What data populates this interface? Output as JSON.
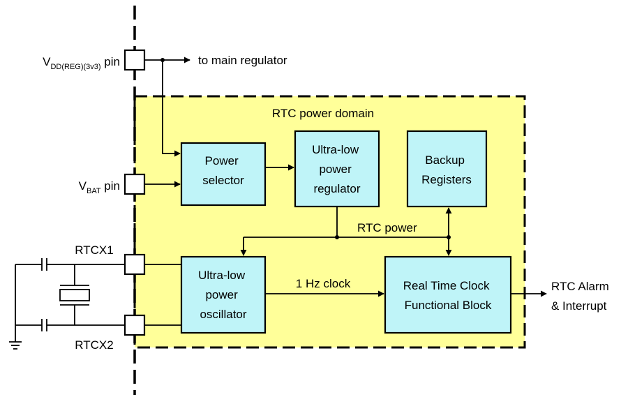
{
  "domain_label": "RTC power domain",
  "pins": {
    "vdd": {
      "base": "V",
      "sub": "DD(REG)(3v3)",
      "suffix": " pin"
    },
    "vbat": {
      "base": "V",
      "sub": "BAT",
      "suffix": " pin"
    },
    "rtcx1": "RTCX1",
    "rtcx2": "RTCX2"
  },
  "blocks": {
    "power_selector": [
      "Power",
      "selector"
    ],
    "ulp_regulator": [
      "Ultra-low",
      "power",
      "regulator"
    ],
    "backup_registers": [
      "Backup",
      "Registers"
    ],
    "ulp_oscillator": [
      "Ultra-low",
      "power",
      "oscillator"
    ],
    "rtc_block": [
      "Real Time Clock",
      "Functional Block"
    ]
  },
  "signals": {
    "to_main_regulator": "to main regulator",
    "rtc_power": "RTC power",
    "clock_1hz": "1 Hz clock",
    "rtc_alarm": [
      "RTC Alarm",
      "& Interrupt"
    ]
  }
}
